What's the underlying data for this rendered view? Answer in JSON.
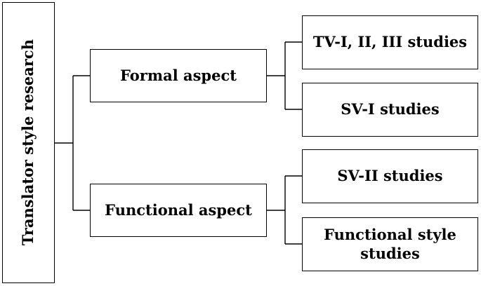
{
  "root": {
    "label": "Translator style research"
  },
  "aspects": [
    {
      "label": "Formal aspect",
      "children": [
        "TV-I, II, III studies",
        "SV-I studies"
      ]
    },
    {
      "label": "Functional aspect",
      "children": [
        "SV-II studies",
        "Functional style studies"
      ]
    }
  ],
  "leaf_lines": {
    "functional_style_line1": "Functional style",
    "functional_style_line2": "studies"
  }
}
